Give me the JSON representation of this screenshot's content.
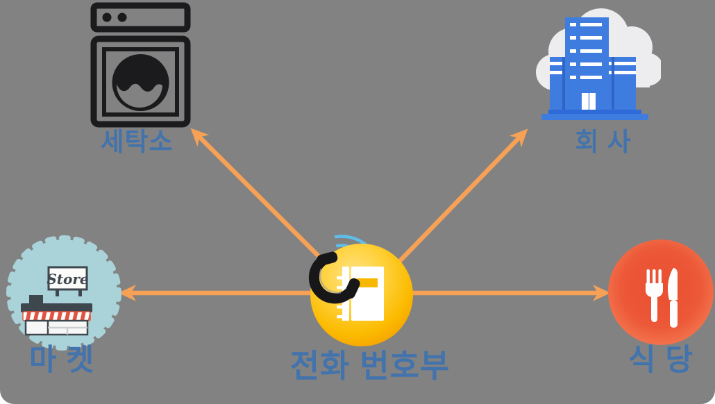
{
  "diagram": {
    "type": "hub-and-spoke",
    "background_color": "#828282",
    "arrow_color": "#F7A157",
    "label_color": "#4273AC",
    "center_node": {
      "id": "phone-book",
      "label": "전화 번호부",
      "icon": "phone-book-with-ringing-handset",
      "circle_color": "#FCC400",
      "wave_color": "#5FBDE9"
    },
    "nodes": [
      {
        "id": "laundry",
        "label": "세탁소",
        "icon": "washing-machine",
        "position": "top-left",
        "icon_color": "#1B1B1D"
      },
      {
        "id": "company",
        "label": "회 사",
        "icon": "office-building-cloud",
        "position": "top-right",
        "icon_color": "#3E7CE0"
      },
      {
        "id": "market",
        "label": "마 켓",
        "icon": "storefront-badge",
        "position": "middle-left",
        "badge_color": "#A9D2D9",
        "sign_text": "Store"
      },
      {
        "id": "restaurant",
        "label": "식 당",
        "icon": "fork-and-knife-plate",
        "position": "middle-right",
        "icon_color": "#EB5434"
      }
    ],
    "connections": [
      {
        "from": "phone-book",
        "to": "laundry"
      },
      {
        "from": "phone-book",
        "to": "company"
      },
      {
        "from": "phone-book",
        "to": "market"
      },
      {
        "from": "phone-book",
        "to": "restaurant"
      }
    ]
  }
}
